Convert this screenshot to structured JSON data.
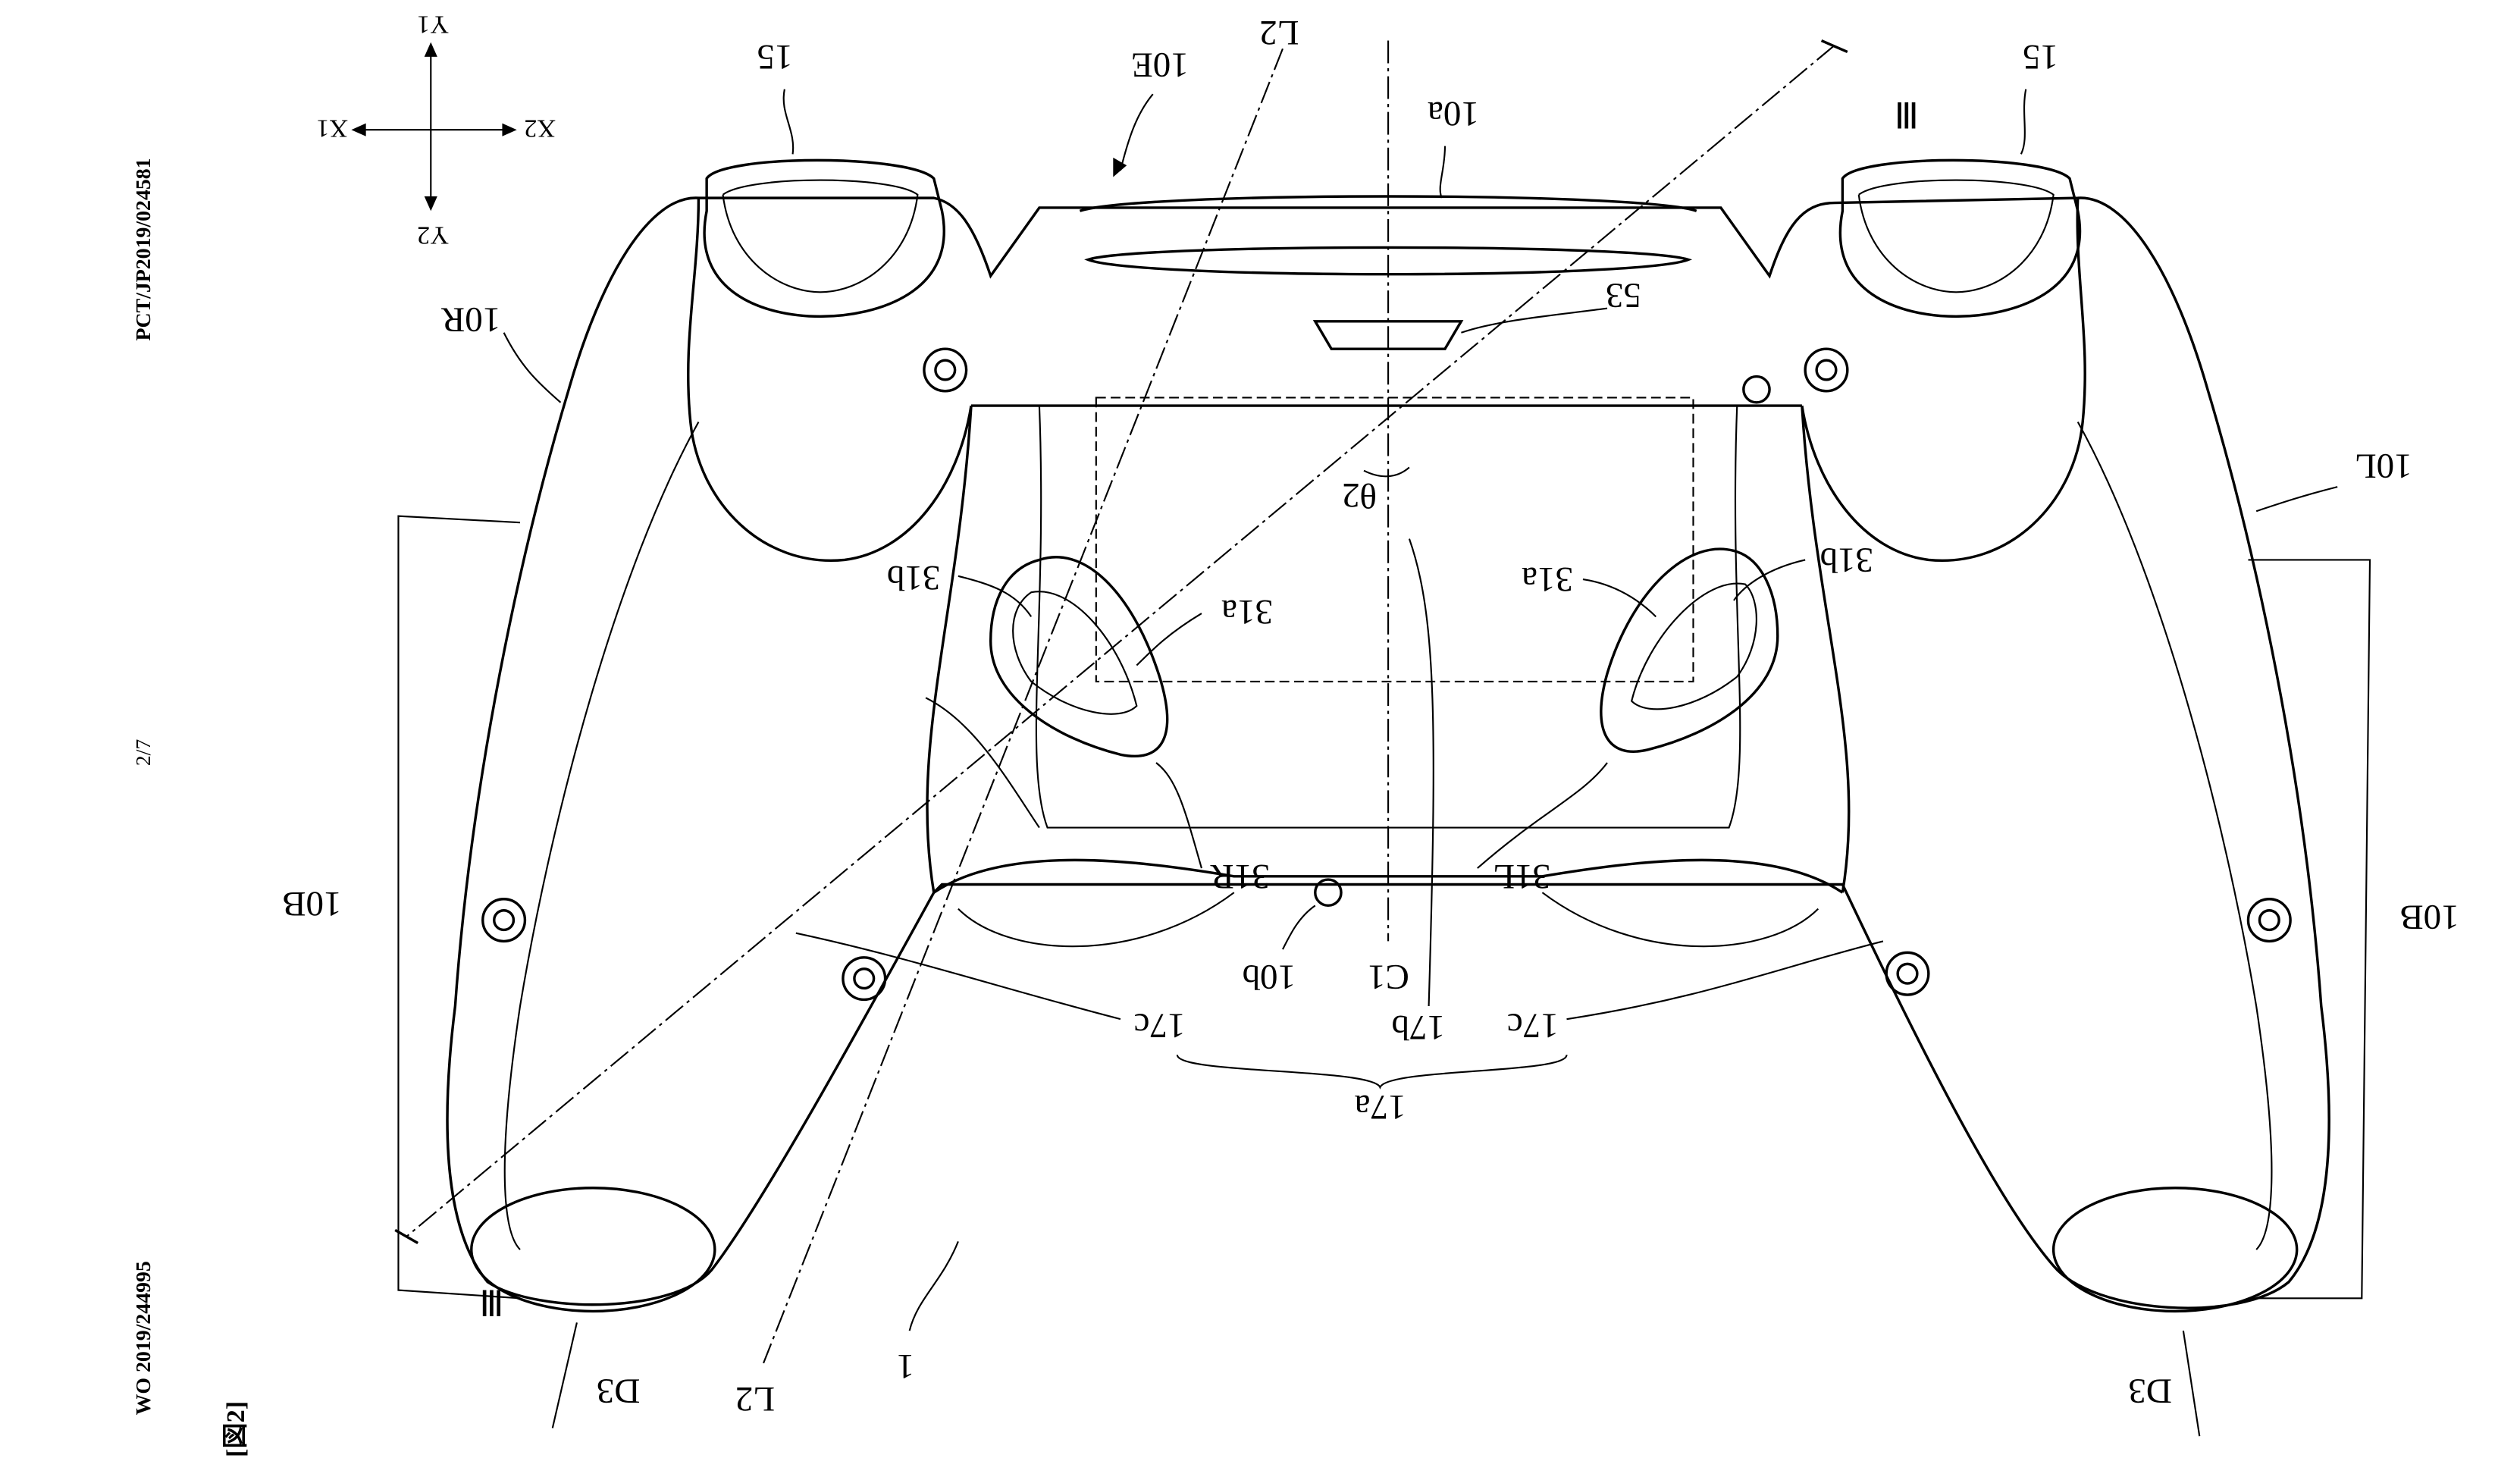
{
  "margin": {
    "application_number": "PCT/JP2019/024581",
    "page": "2/7",
    "publication_number": "WO 2019/244995",
    "figure_label": "[図2]"
  },
  "axes": {
    "y1": "Y1",
    "y2": "Y2",
    "x1": "X1",
    "x2": "X2"
  },
  "labels": {
    "trigger_left": "15",
    "trigger_right": "15",
    "front_edge": "10E",
    "line_l2_top": "L2",
    "line_l2_bottom": "L2",
    "top_face": "10a",
    "section_top": "Ⅲ",
    "section_bottom": "Ⅲ",
    "region_53": "53",
    "right_grip": "10R",
    "left_grip": "10L",
    "angle": "θ2",
    "button_31b_left": "31b",
    "button_31a_left": "31a",
    "button_31a_right": "31a",
    "button_31b_right": "31b",
    "button_31r": "31R",
    "button_31l": "31L",
    "grip_10b_left": "10B",
    "grip_10b_right": "10B",
    "connector_10b": "10b",
    "center_line": "C1",
    "face_17c_left": "17c",
    "face_17b": "17b",
    "face_17c_right": "17c",
    "face_17a": "17a",
    "direction_d3_left": "D3",
    "direction_d3_right": "D3",
    "controller": "1"
  }
}
